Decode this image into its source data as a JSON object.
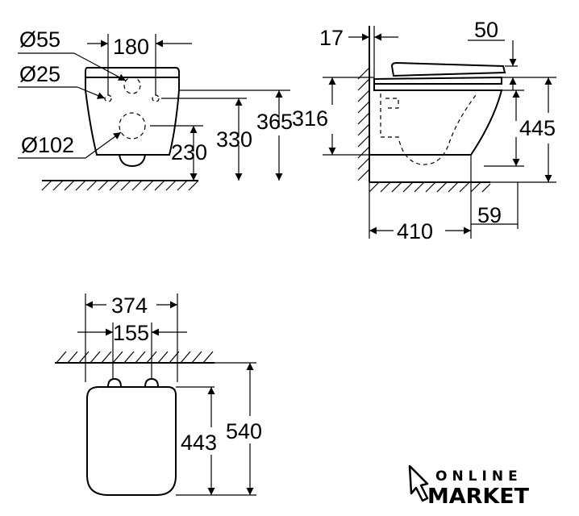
{
  "dims": {
    "front_d55": "Ø55",
    "front_180": "180",
    "front_d25": "Ø25",
    "front_d102": "Ø102",
    "front_230": "230",
    "front_330": "330",
    "front_365": "365",
    "side_17": "17",
    "side_50": "50",
    "side_316": "316",
    "side_445": "445",
    "side_410": "410",
    "side_59": "59",
    "top_374": "374",
    "top_155": "155",
    "top_443": "443",
    "top_540": "540"
  },
  "logo": {
    "line1": "ONLINE",
    "line2": "MARKET"
  },
  "colors": {
    "ink": "#000000",
    "background": "#ffffff"
  }
}
